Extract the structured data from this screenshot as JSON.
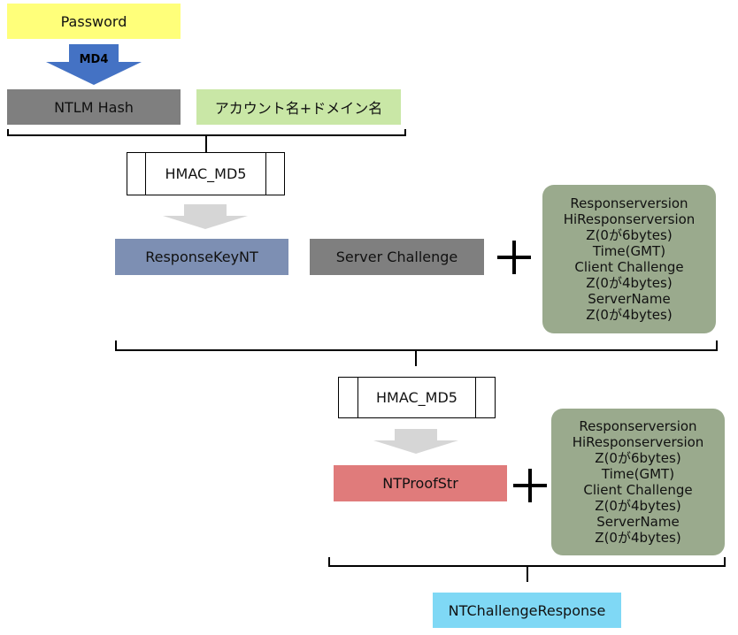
{
  "nodes": {
    "password": "Password",
    "md4": "MD4",
    "ntlm_hash": "NTLM Hash",
    "account_domain": "アカウント名+ドメイン名",
    "hmac_1": "HMAC_MD5",
    "response_key_nt": "ResponseKeyNT",
    "server_challenge": "Server Challenge",
    "hmac_2": "HMAC_MD5",
    "nt_proof_str": "NTProofStr",
    "nt_challenge_response": "NTChallengeResponse"
  },
  "blob_1": [
    "Responserversion",
    "HiResponserversion",
    "Z(0が6bytes)",
    "Time(GMT)",
    "Client Challenge",
    "Z(0が4bytes)",
    "ServerName",
    "Z(0が4bytes)"
  ],
  "blob_2": [
    "Responserversion",
    "HiResponserversion",
    "Z(0が6bytes)",
    "Time(GMT)",
    "Client Challenge",
    "Z(0が4bytes)",
    "ServerName",
    "Z(0が4bytes)"
  ],
  "colors": {
    "password": "#ffff7a",
    "md4_arrow": "#4472c4",
    "ntlm_hash": "#7f7f7f",
    "account_domain": "#c9e7a6",
    "response_key_nt": "#7d8fb3",
    "server_challenge": "#7f7f7f",
    "blob": "#9aaa8d",
    "nt_proof_str": "#e07b7b",
    "nt_challenge_response": "#7fd8f5",
    "gray_arrow": "#d6d6d6"
  }
}
